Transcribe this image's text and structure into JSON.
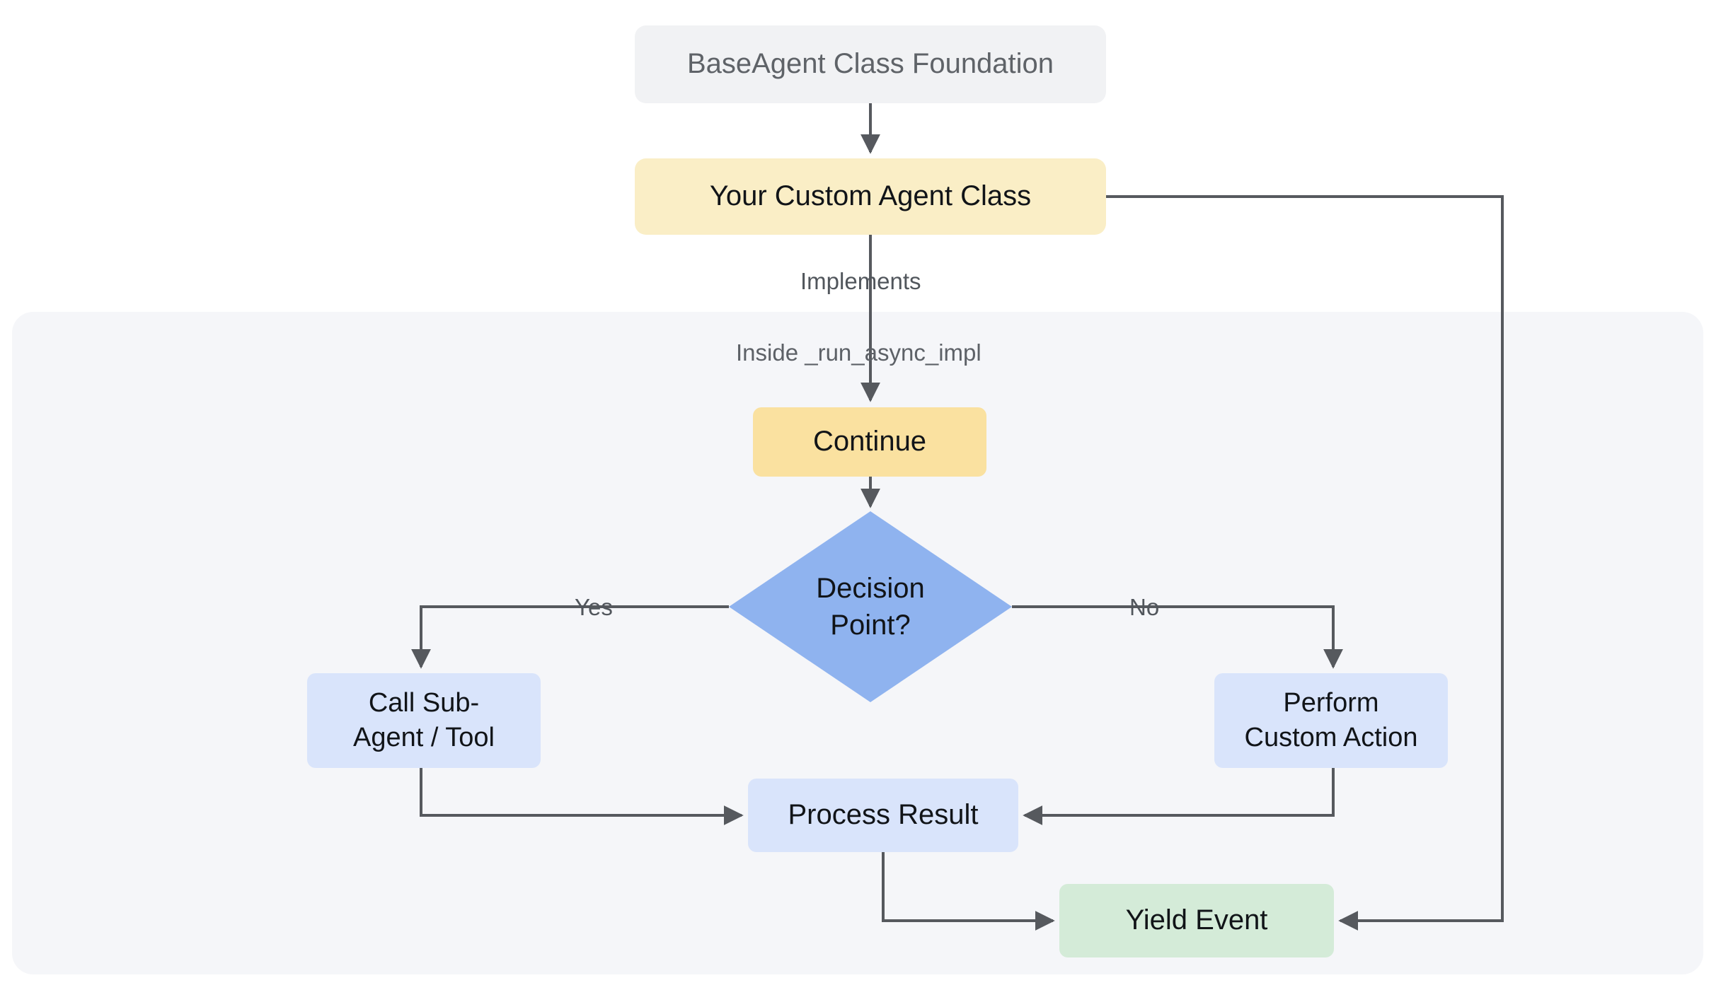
{
  "diagram": {
    "title": "Custom Agent Flow",
    "type": "flowchart",
    "background": "#ffffff",
    "colors": {
      "base_fill": "#f1f2f4",
      "base_text": "#5f6368",
      "custom_fill": "#faeec6",
      "continue_fill": "#fae1a0",
      "decision_fill": "#8fb3ef",
      "action_fill": "#d9e4fb",
      "yield_fill": "#d4ebd8",
      "edge_stroke": "#56595e",
      "subgraph_fill": "#f5f6f9"
    },
    "subgraph": {
      "label": "Inside _run_async_impl"
    },
    "nodes": {
      "base_agent": "BaseAgent Class Foundation",
      "custom_agent": "Your Custom Agent Class",
      "continue": "Continue",
      "decision": "Decision\nPoint?",
      "call_sub_agent": "Call Sub-\nAgent / Tool",
      "perform_custom_action": "Perform\nCustom Action",
      "process_result": "Process Result",
      "yield_event": "Yield Event"
    },
    "edge_labels": {
      "implements": "Implements",
      "yes": "Yes",
      "no": "No"
    },
    "edges": [
      {
        "from": "base_agent",
        "to": "custom_agent",
        "label": ""
      },
      {
        "from": "custom_agent",
        "to": "continue",
        "label": "Implements"
      },
      {
        "from": "continue",
        "to": "decision",
        "label": ""
      },
      {
        "from": "decision",
        "to": "call_sub_agent",
        "label": "Yes"
      },
      {
        "from": "decision",
        "to": "perform_custom_action",
        "label": "No"
      },
      {
        "from": "call_sub_agent",
        "to": "process_result",
        "label": ""
      },
      {
        "from": "perform_custom_action",
        "to": "process_result",
        "label": ""
      },
      {
        "from": "process_result",
        "to": "yield_event",
        "label": ""
      },
      {
        "from": "custom_agent",
        "to": "yield_event",
        "label": ""
      }
    ]
  }
}
